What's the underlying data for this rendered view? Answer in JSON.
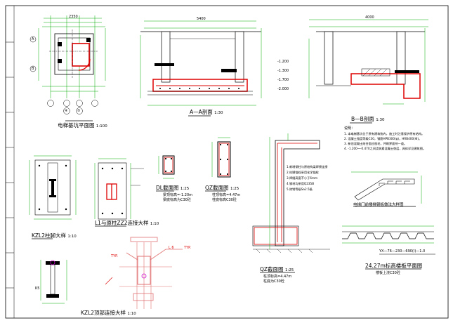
{
  "titles": {
    "plan": {
      "text": "电梯基坑平面图",
      "scale": "1:100"
    },
    "section_aa": {
      "text": "A—A剖面",
      "scale": "1:30"
    },
    "section_bb": {
      "text": "B—B剖面",
      "scale": "1:30"
    },
    "dl": {
      "text": "DL截面图",
      "scale": "1:25"
    },
    "qz_small": {
      "text": "QZ截面图",
      "scale": "1:25"
    },
    "qz_large": {
      "text": "QZ截面图",
      "scale": "1:25"
    },
    "l1": {
      "text": "L1与原柱ZZ2连接大样",
      "scale": "1:10"
    },
    "kzl2_1": {
      "text": "KZL2柱脚大样",
      "scale": "1:10"
    },
    "kzl2_2": {
      "text": "KZL2顶部连接大样",
      "scale": "1:10"
    },
    "stair": {
      "text": "电梯门前楼梯钢板做法大样图",
      "scale": ""
    },
    "deck": {
      "text": "24.27m标高楼板平面图",
      "scale": ""
    }
  },
  "sublabels": {
    "dl": [
      "梁顶标高=-1.20m",
      "梁底标高为C30砼"
    ],
    "qz_small": [
      "柱顶标高=4.47m",
      "柱底标高C30砼"
    ],
    "qz_large": [
      "柱顶标高=4.47m",
      "柱底为C30砼"
    ],
    "deck": "楼板上浇C30砼"
  },
  "notes_title": "说明：",
  "notes": [
    "1. 本电梯基坑位于原有建筑物内，施工时注意保护原有结构。",
    "2. 混凝土强度等级C30，钢筋HPB300(φ)，HRB400(Ф)。",
    "3. 新旧混凝土结合面应凿毛，并刷界面剂一道。",
    "4. -1.200～-0.470之间浇筑素混凝土垫层，具体详见建筑图。"
  ],
  "section_notes": [
    "1.新增钢柱与原结构梁焊接连接",
    "2.柱脚锚栓采用化学锚栓",
    "3.焊缝高度不小于6mm",
    "4.钢材均采用Q235B",
    "5.除锈等级Sa2.5级"
  ],
  "deck_code": "YX—76—230—690(I)—1.0",
  "callouts": {
    "typ1": "TYP.",
    "typ2": "TYP.",
    "l6": "L 6",
    "k5": "K5",
    "ks": "K5"
  },
  "elevations": [
    "-1.200",
    "-1.300",
    "-1.700",
    "-2.000"
  ],
  "dims": {
    "plan_top": "2350",
    "aa_top": "5400",
    "bb_top": "4000",
    "grid_a": "A",
    "grid_b": "B",
    "grid_1": "④",
    "grid_2": "⑤"
  },
  "colors": {
    "line": "#000000",
    "red": "#dd0000",
    "green": "#00aa00",
    "magenta": "#cc00cc",
    "blue": "#0000cc"
  }
}
